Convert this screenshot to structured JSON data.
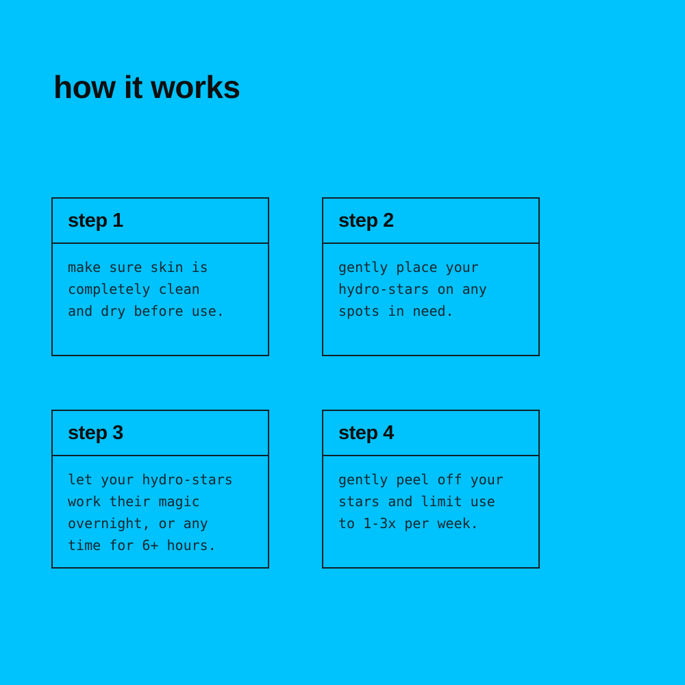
{
  "page": {
    "title": "how it works",
    "background_color": "#00c2fc",
    "text_color": "#0e0e0e",
    "border_color": "#112028"
  },
  "steps": [
    {
      "title": "step 1",
      "body": "make sure skin is\ncompletely clean\nand dry before use."
    },
    {
      "title": "step 2",
      "body": "gently place your\nhydro-stars on any\nspots in need."
    },
    {
      "title": "step 3",
      "body": "let your hydro-stars\nwork their magic\novernight, or any\ntime for 6+ hours."
    },
    {
      "title": "step 4",
      "body": "gently peel off your\nstars and limit use\nto 1-3x per week."
    }
  ]
}
